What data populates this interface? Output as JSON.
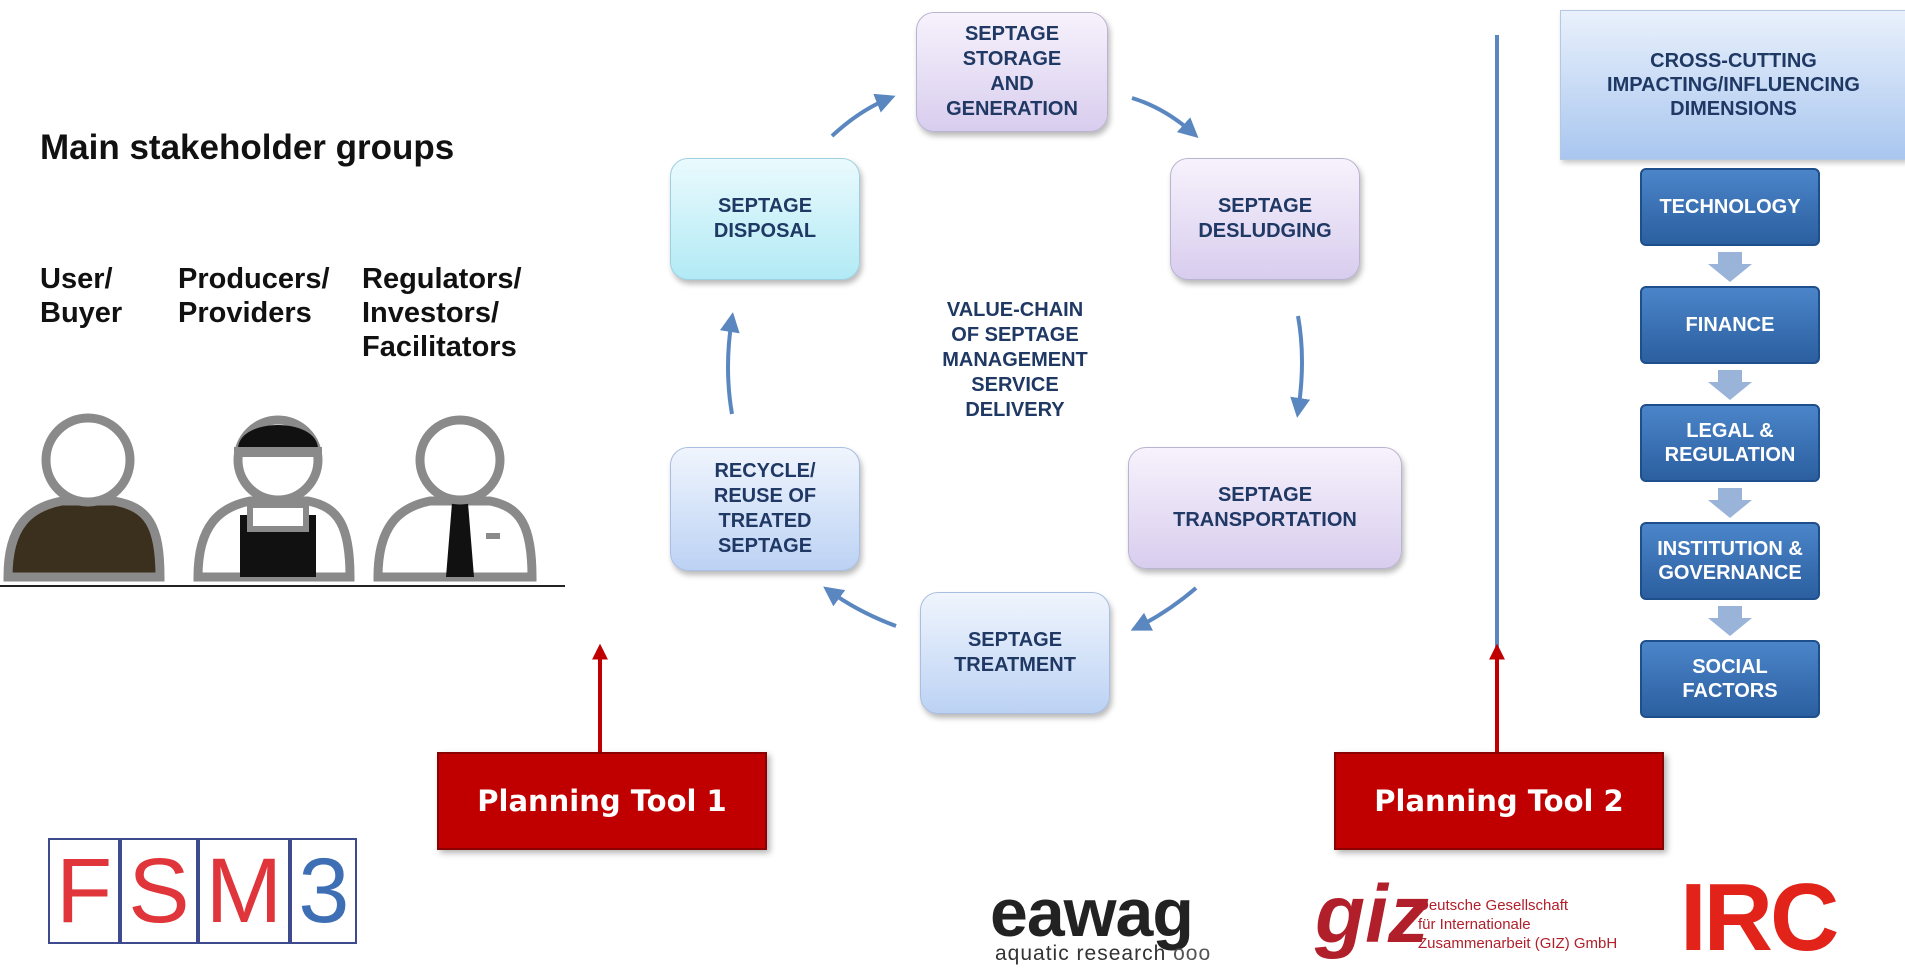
{
  "stakeholders": {
    "title": "Main stakeholder groups",
    "groups": [
      {
        "line1": "User/",
        "line2": "Buyer",
        "line3": ""
      },
      {
        "line1": "Producers/",
        "line2": "Providers",
        "line3": ""
      },
      {
        "line1": "Regulators/",
        "line2": "Investors/",
        "line3": "Facilitators"
      }
    ]
  },
  "value_chain": {
    "center_lines": [
      "VALUE-CHAIN",
      "OF SEPTAGE",
      "MANAGEMENT",
      "SERVICE",
      "DELIVERY"
    ],
    "storage": [
      "SEPTAGE",
      "STORAGE",
      "AND",
      "GENERATION"
    ],
    "desludging": [
      "SEPTAGE",
      "DESLUDGING"
    ],
    "transportation": [
      "SEPTAGE",
      "TRANSPORTATION"
    ],
    "treatment": [
      "SEPTAGE",
      "TREATMENT"
    ],
    "recycle": [
      "RECYCLE/",
      "REUSE OF",
      "TREATED",
      "SEPTAGE"
    ],
    "disposal": [
      "SEPTAGE",
      "DISPOSAL"
    ]
  },
  "cross_cutting": {
    "header": [
      "CROSS-CUTTING",
      "IMPACTING/INFLUENCING",
      "DIMENSIONS"
    ],
    "dimensions": [
      {
        "l1": "TECHNOLOGY",
        "l2": ""
      },
      {
        "l1": "FINANCE",
        "l2": ""
      },
      {
        "l1": "LEGAL &",
        "l2": "REGULATION"
      },
      {
        "l1": "INSTITUTION &",
        "l2": "GOVERNANCE"
      },
      {
        "l1": "SOCIAL",
        "l2": "FACTORS"
      }
    ]
  },
  "tools": {
    "tool1": "Planning Tool 1",
    "tool2": "Planning Tool 2"
  },
  "logos": {
    "fsm": [
      "F",
      "S",
      "M",
      "3"
    ],
    "eawag": "eawag",
    "eawag_sub": "aquatic research",
    "eawag_dots": "ooo",
    "giz": "giz",
    "giz_sub": [
      "Deutsche Gesellschaft",
      "für Internationale",
      "Zusammenarbeit (GIZ) GmbH"
    ],
    "irc": "IRC"
  },
  "colors": {
    "accent_red": "#c00000",
    "dim_blue": "#2b5fa0",
    "navy_text": "#1f3864",
    "arrow_blue": "#5b87c0"
  }
}
